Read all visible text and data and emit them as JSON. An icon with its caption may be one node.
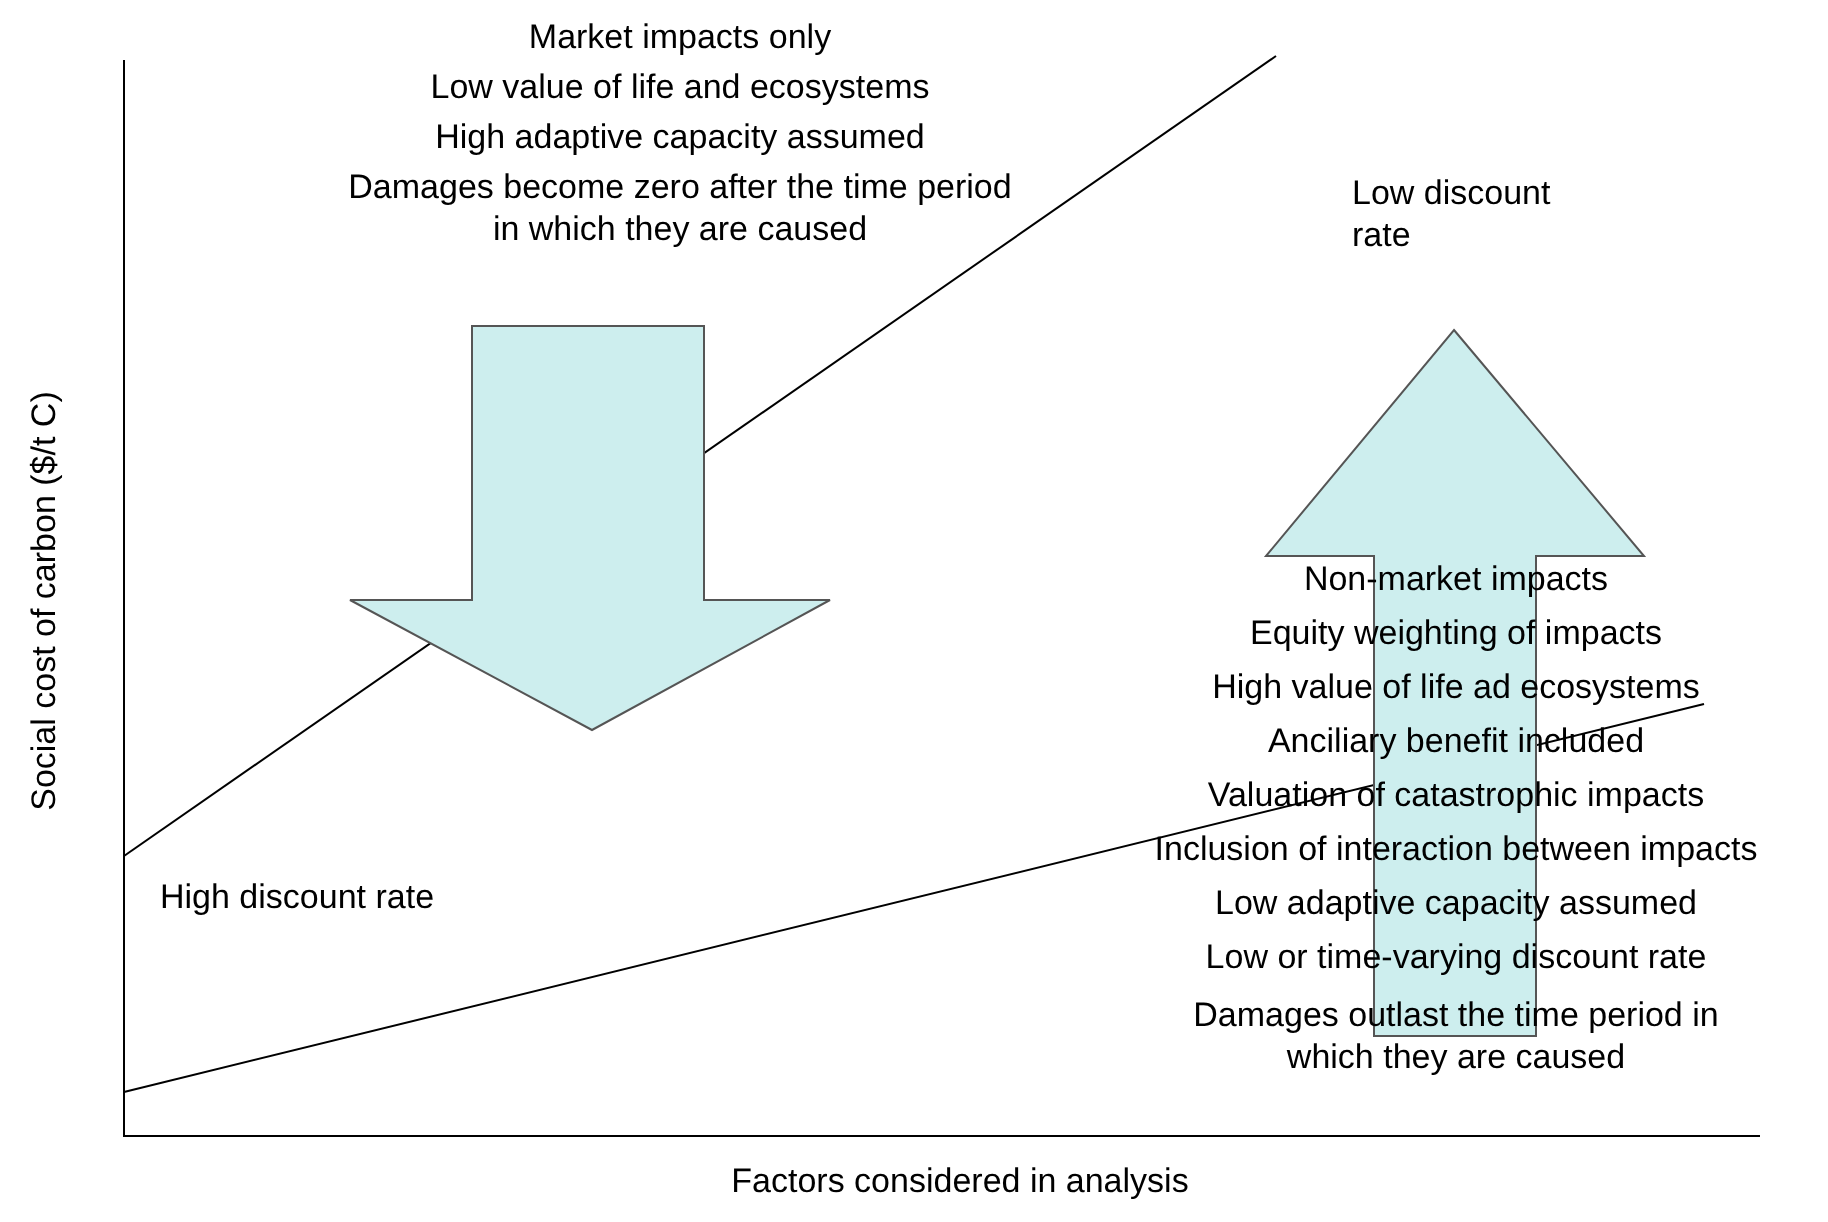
{
  "diagram": {
    "labels": [
      "Market impacts only",
      "Low value of life and ecosystems",
      "High adaptive capacity assumed",
      "Damages become zero after the time period in which they are caused",
      "Low discount rate",
      "Non-market impacts",
      "Equity weighting of impacts",
      "High value of life ad ecosystems",
      "Anciliary benefit included",
      "Valuation of catastrophic impacts",
      "Inclusion of interaction between impacts",
      "Low adaptive capacity assumed",
      "Low or time-varying discount rate",
      "Damages outlast the time period in which they are caused",
      "High discount rate",
      "Social cost of carbon ($/t C)",
      "Factors considered in analysis"
    ]
  }
}
